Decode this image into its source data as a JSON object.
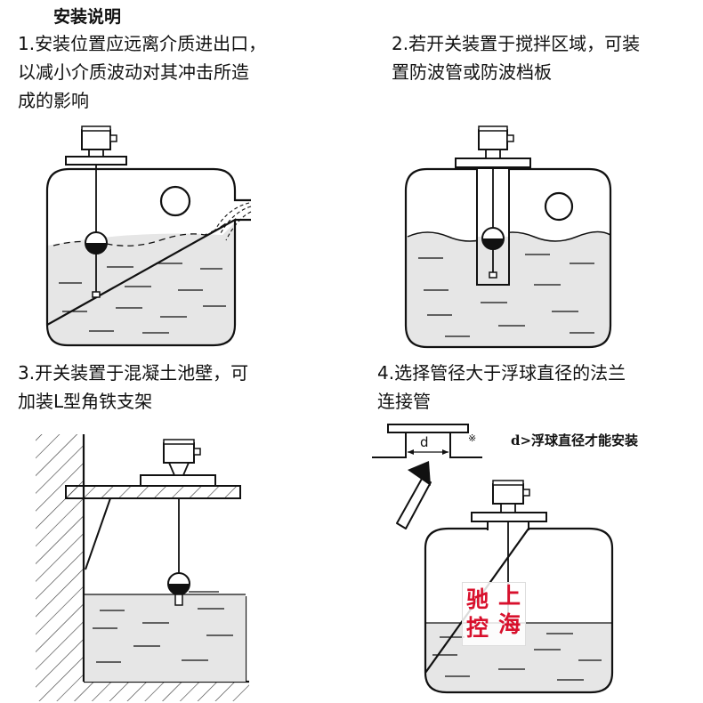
{
  "heading": "安装说明",
  "instructions": [
    {
      "lines": [
        "1.安装位置应远离介质进出口，",
        "以减小介质波动对其冲击所造",
        "成的影响"
      ]
    },
    {
      "lines": [
        "2.若开关装置于搅拌区域，可装",
        "置防波管或防波档板"
      ]
    },
    {
      "lines": [
        "3.开关装置于混凝土池壁，可",
        "加装L型角铁支架"
      ]
    },
    {
      "lines": [
        "4.选择管径大于浮球直径的法兰",
        "连接管"
      ]
    }
  ],
  "detail": {
    "dimension_label": "d",
    "note_mark": "※",
    "note": "d>浮球直径才能安装"
  },
  "watermark": {
    "chars": [
      "驰",
      "上",
      "控",
      "海"
    ],
    "color": "#d8102c"
  }
}
